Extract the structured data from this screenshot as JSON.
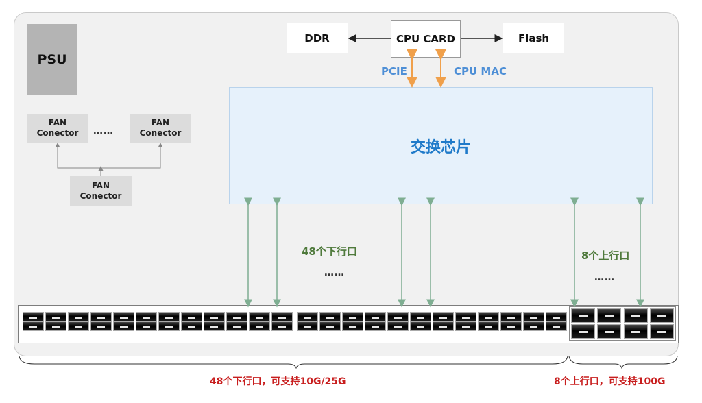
{
  "psu": {
    "label": "PSU"
  },
  "fans": {
    "left": "FAN\nConector",
    "right": "FAN\nConector",
    "bottom": "FAN\nConector",
    "dots": "……"
  },
  "top_boxes": {
    "ddr": "DDR",
    "cpu": "CPU CARD",
    "flash": "Flash"
  },
  "links": {
    "pcie": "PCIE",
    "cpu_mac": "CPU MAC"
  },
  "chip": {
    "label": "交换芯片"
  },
  "downlink": {
    "label": "48个下行口",
    "dots": "……",
    "caption": "48个下行口，可支持10G/25G",
    "count": 48
  },
  "uplink": {
    "label": "8个上行口",
    "dots": "……",
    "caption": "8个上行口，可支持100G",
    "count": 8
  },
  "colors": {
    "chip_text": "#1f7ac9",
    "link_label": "#4e8fd6",
    "port_label": "#4f7a3c",
    "caption": "#c81e1e",
    "pcie_arrow": "#f0a04b",
    "port_arrow": "#7fae92"
  }
}
